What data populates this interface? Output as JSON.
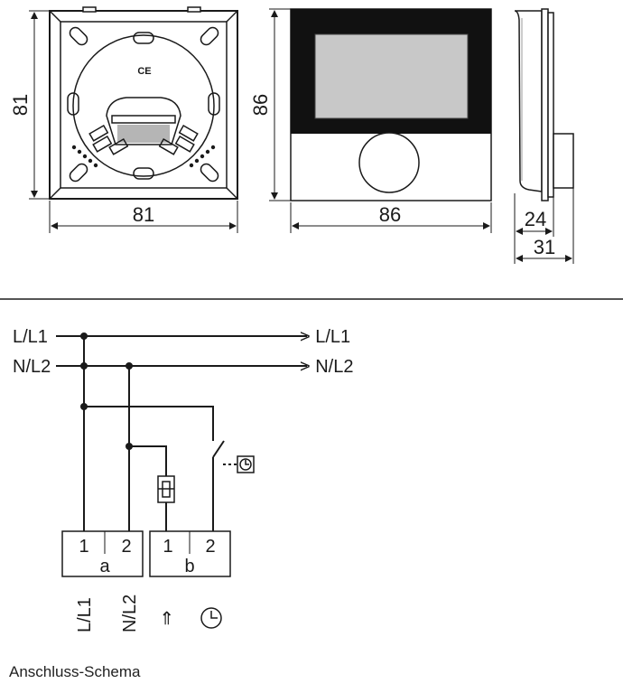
{
  "dimensions": {
    "back_height": "81",
    "back_width": "81",
    "front_height": "86",
    "front_width": "86",
    "side_depth_inner": "24",
    "side_depth_total": "31",
    "ce_mark": "CE"
  },
  "schematic": {
    "line1_in": "L/L1",
    "line2_in": "N/L2",
    "line1_out": "> L/L1",
    "line2_out": "> N/L2",
    "block_a": {
      "t1": "1",
      "t2": "2",
      "label": "a"
    },
    "block_b": {
      "t1": "1",
      "t2": "2",
      "label": "b"
    },
    "bottom_labels": [
      "L/L1",
      "N/L2"
    ],
    "arrow_symbol": "⇒"
  },
  "caption": "Anschluss-Schema",
  "colors": {
    "line": "#1a1a1a",
    "screen": "#c8c8c8",
    "frame_dark": "#111111",
    "grey": "#9a9a9a"
  }
}
